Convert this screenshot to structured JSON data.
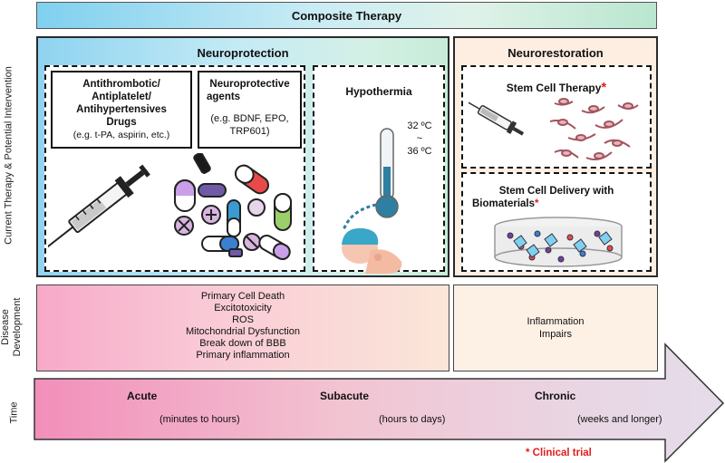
{
  "composite_title": "Composite Therapy",
  "side_labels": {
    "intervention": "Current Therapy & Potential Intervention",
    "disease_line1": "Disease",
    "disease_line2": "Development",
    "time": "Time"
  },
  "neuroprotection": {
    "title": "Neuroprotection",
    "drugs": {
      "line1": "Antithrombotic/",
      "line2": "Antiplatelet/",
      "line3": "Antihypertensives",
      "line4": "Drugs",
      "examples": "(e.g. t-PA, aspirin, etc.)"
    },
    "agents": {
      "line1": "Neuroprotective",
      "line2": "agents",
      "examples_line1": "(e.g. BDNF, EPO,",
      "examples_line2": "TRP601)"
    },
    "hypothermia": {
      "title": "Hypothermia",
      "temp_high": "32 ºC",
      "tilde": "~",
      "temp_low": "36 ºC"
    }
  },
  "neurorestoration": {
    "title": "Neurorestoration",
    "stem_cell_therapy": "Stem Cell Therapy",
    "delivery_line1": "Stem Cell Delivery with",
    "delivery_line2": "Biomaterials",
    "asterisk": "*"
  },
  "disease_development": {
    "acute_items": [
      "Primary Cell Death",
      "Excitotoxicity",
      "ROS",
      "Mitochondrial Dysfunction",
      "Break down of BBB",
      "Primary inflammation"
    ],
    "chronic_line1": "Inflammation",
    "chronic_line2": "Impairs"
  },
  "time": {
    "acute": "Acute",
    "acute_range": "(minutes to hours)",
    "subacute": "Subacute",
    "subacute_range": "(hours to days)",
    "chronic": "Chronic",
    "chronic_range": "(weeks and longer)"
  },
  "footnote": "* Clinical trial",
  "colors": {
    "clinical_trial_red": "#e11d1d",
    "thermometer_blue": "#2e7fa1",
    "neuroprotection_bg": "#8fd3f0",
    "neurorestoration_bg": "#fdeee1",
    "arrow_pink": "#f08db8"
  }
}
